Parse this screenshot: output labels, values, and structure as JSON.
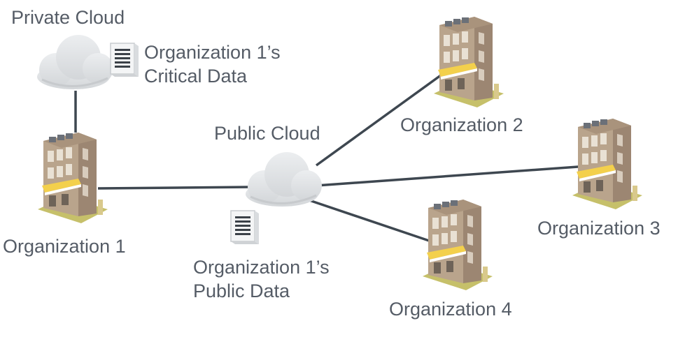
{
  "labels": {
    "private_cloud": "Private Cloud",
    "org1_critical_data_line1": "Organization 1’s",
    "org1_critical_data_line2": "Critical Data",
    "public_cloud": "Public Cloud",
    "org1_public_data_line1": "Organization 1’s",
    "org1_public_data_line2": "Public Data",
    "org1": "Organization 1",
    "org2": "Organization 2",
    "org3": "Organization 3",
    "org4": "Organization 4"
  },
  "colors": {
    "text": "#555c66",
    "connector": "#3e4750",
    "cloud": "#e3e5e7",
    "building_wall": "#b9a48c",
    "awning": "#f3d04c",
    "ground": "#c6c06a"
  }
}
